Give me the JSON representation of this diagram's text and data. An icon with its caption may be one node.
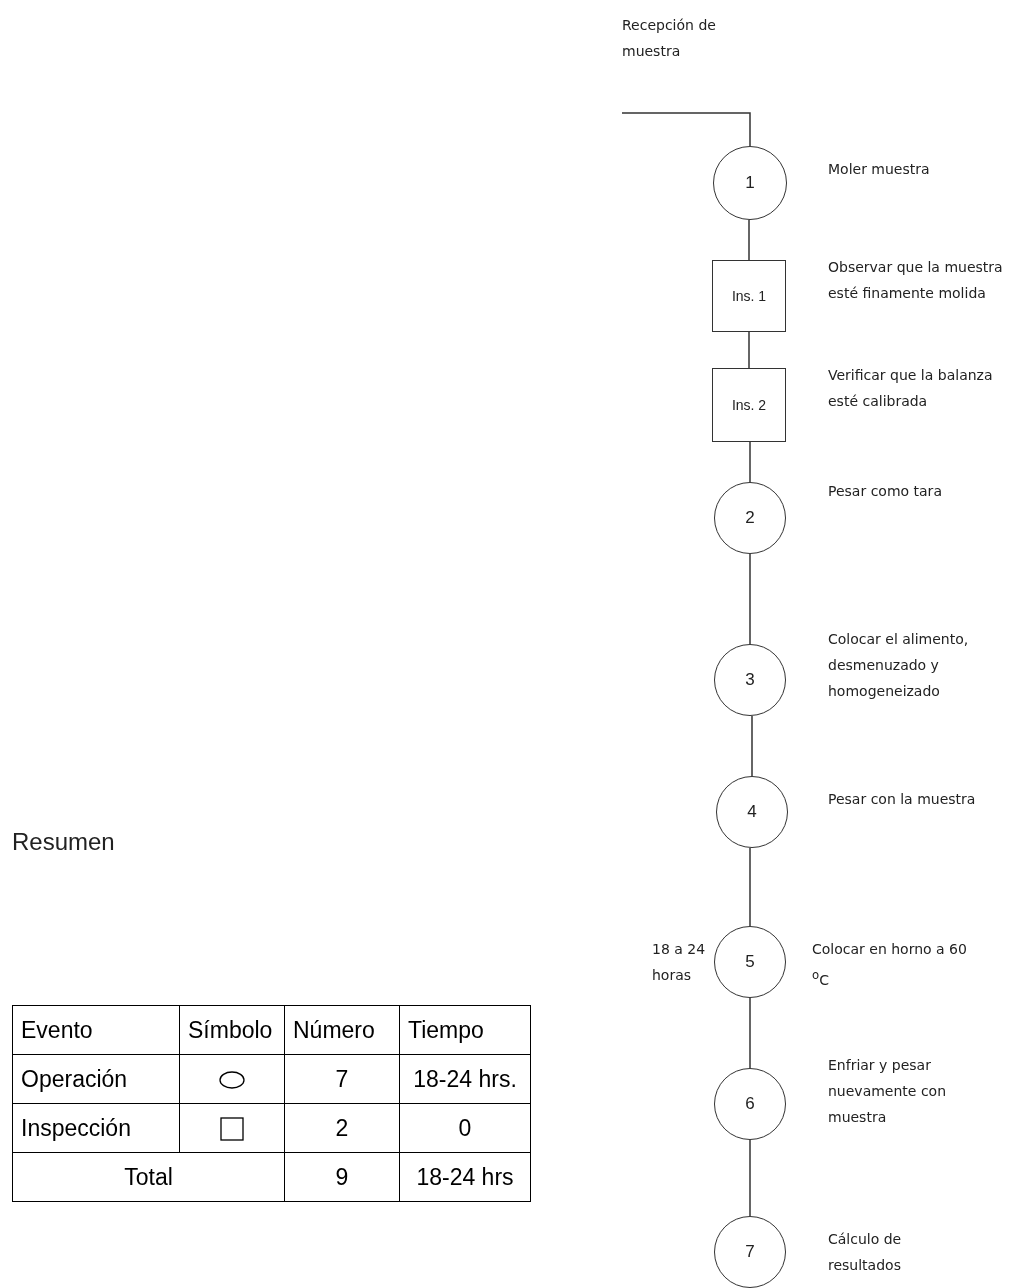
{
  "diagram": {
    "nodes": [
      {
        "text": [
          "1"
        ],
        "beside": [
          "Moler muestra"
        ]
      },
      {
        "text": [
          "Ins. 1"
        ],
        "beside": [
          "Observar que la muestra esté finamente molida"
        ]
      },
      {
        "text": [
          "Ins. 2"
        ],
        "beside": [
          "Verificar que la balanza esté calibrada"
        ]
      },
      {
        "text": [
          "2"
        ],
        "beside": [
          "Pesar como tara"
        ]
      },
      {
        "text": [
          "3"
        ],
        "beside": [
          "Colocar el alimento, desmenuzado y homogeneizado"
        ]
      },
      {
        "text": [
          "4"
        ],
        "beside": [
          "Pesar con la muestra"
        ]
      },
      {
        "text": [
          "5"
        ],
        "beside": [
          "Colocar en horno a 60 $^{o}$C",
          "18 a 24 horas"
        ]
      },
      {
        "text": [
          "6"
        ],
        "beside": [
          "Enfriar y pesar nuevamente con muestra"
        ]
      },
      {
        "text": [
          "7"
        ],
        "beside": [
          "Cálculo de resultados"
        ]
      }
    ],
    "edges": [
      {
        "from": null,
        "to": 0,
        "arrow": "none"
      },
      {
        "from": 0,
        "to": 1,
        "arrow": "none"
      },
      {
        "from": 1,
        "to": 2,
        "arrow": "none"
      },
      {
        "from": 2,
        "to": 3,
        "arrow": "none"
      },
      {
        "from": 3,
        "to": 4,
        "arrow": "none"
      },
      {
        "from": 4,
        "to": 5,
        "arrow": "none"
      },
      {
        "from": 5,
        "to": 6,
        "arrow": "none"
      },
      {
        "from": 6,
        "to": 7,
        "arrow": "none"
      },
      {
        "from": 7,
        "to": 8,
        "arrow": "none"
      }
    ],
    "labels": [
      "Recepción de muestra",
      "Resumen",
      "Evento",
      "Símbolo",
      "Número",
      "Tiempo",
      "Operación",
      "7",
      "18-24 hrs.",
      "Inspección",
      "2",
      "0",
      "Total",
      "9",
      "18-24 hrs"
    ]
  }
}
